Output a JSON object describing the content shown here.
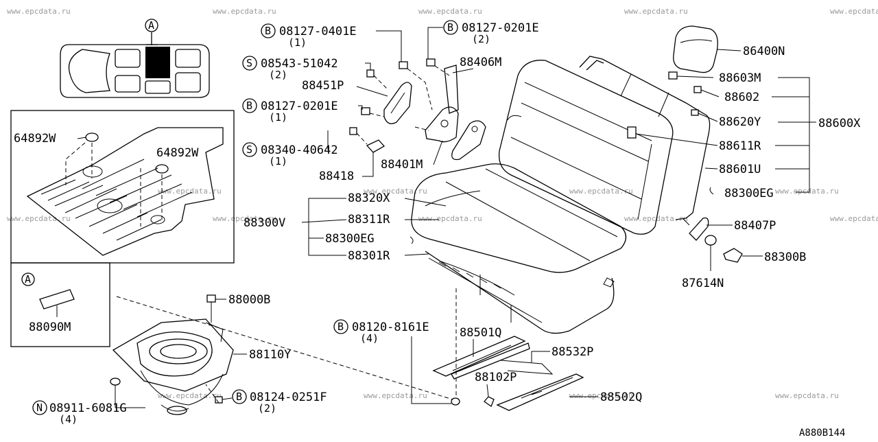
{
  "watermark": "www.epcdata.ru",
  "diagram_code": "A880B144",
  "callouts": [
    {
      "id": "c1",
      "prefix": "B",
      "part": "08127-0401E",
      "qty": "(1)"
    },
    {
      "id": "c2",
      "prefix": "B",
      "part": "08127-0201E",
      "qty": "(2)"
    },
    {
      "id": "c3",
      "prefix": "S",
      "part": "08543-51042",
      "qty": "(2)"
    },
    {
      "id": "c4",
      "prefix": "",
      "part": "88451P",
      "qty": ""
    },
    {
      "id": "c5",
      "prefix": "B",
      "part": "08127-0201E",
      "qty": "(1)"
    },
    {
      "id": "c6",
      "prefix": "S",
      "part": "08340-40642",
      "qty": "(1)"
    },
    {
      "id": "c7",
      "prefix": "",
      "part": "88418",
      "qty": ""
    },
    {
      "id": "c8",
      "prefix": "",
      "part": "88401M",
      "qty": ""
    },
    {
      "id": "c9",
      "prefix": "",
      "part": "88406M",
      "qty": ""
    },
    {
      "id": "c10",
      "prefix": "",
      "part": "86400N",
      "qty": ""
    },
    {
      "id": "c11",
      "prefix": "",
      "part": "88603M",
      "qty": ""
    },
    {
      "id": "c12",
      "prefix": "",
      "part": "88602",
      "qty": ""
    },
    {
      "id": "c13",
      "prefix": "",
      "part": "88620Y",
      "qty": ""
    },
    {
      "id": "c14",
      "prefix": "",
      "part": "88600X",
      "qty": ""
    },
    {
      "id": "c15",
      "prefix": "",
      "part": "88611R",
      "qty": ""
    },
    {
      "id": "c16",
      "prefix": "",
      "part": "88601U",
      "qty": ""
    },
    {
      "id": "c17",
      "prefix": "",
      "part": "88300EG",
      "qty": ""
    },
    {
      "id": "c18",
      "prefix": "",
      "part": "88407P",
      "qty": ""
    },
    {
      "id": "c19",
      "prefix": "",
      "part": "88300B",
      "qty": ""
    },
    {
      "id": "c20",
      "prefix": "",
      "part": "87614N",
      "qty": ""
    },
    {
      "id": "c21",
      "prefix": "",
      "part": "88320X",
      "qty": ""
    },
    {
      "id": "c22",
      "prefix": "",
      "part": "88300V",
      "qty": ""
    },
    {
      "id": "c23",
      "prefix": "",
      "part": "88311R",
      "qty": ""
    },
    {
      "id": "c24",
      "prefix": "",
      "part": "88300EG",
      "qty": ""
    },
    {
      "id": "c25",
      "prefix": "",
      "part": "88301R",
      "qty": ""
    },
    {
      "id": "c26",
      "prefix": "",
      "part": "64892W",
      "qty": ""
    },
    {
      "id": "c27",
      "prefix": "",
      "part": "64892W",
      "qty": ""
    },
    {
      "id": "c28",
      "prefix": "",
      "part": "88090M",
      "qty": ""
    },
    {
      "id": "c29",
      "prefix": "",
      "part": "88000B",
      "qty": ""
    },
    {
      "id": "c30",
      "prefix": "",
      "part": "88110Y",
      "qty": ""
    },
    {
      "id": "c31",
      "prefix": "N",
      "part": "08911-6081G",
      "qty": "(4)"
    },
    {
      "id": "c32",
      "prefix": "B",
      "part": "08124-0251F",
      "qty": "(2)"
    },
    {
      "id": "c33",
      "prefix": "B",
      "part": "08120-8161E",
      "qty": "(4)"
    },
    {
      "id": "c34",
      "prefix": "",
      "part": "88501Q",
      "qty": ""
    },
    {
      "id": "c35",
      "prefix": "",
      "part": "88532P",
      "qty": ""
    },
    {
      "id": "c36",
      "prefix": "",
      "part": "88102P",
      "qty": ""
    },
    {
      "id": "c37",
      "prefix": "",
      "part": "88502Q",
      "qty": ""
    }
  ],
  "view_markers": [
    {
      "id": "v1",
      "letter": "A"
    },
    {
      "id": "v2",
      "letter": "A"
    }
  ]
}
